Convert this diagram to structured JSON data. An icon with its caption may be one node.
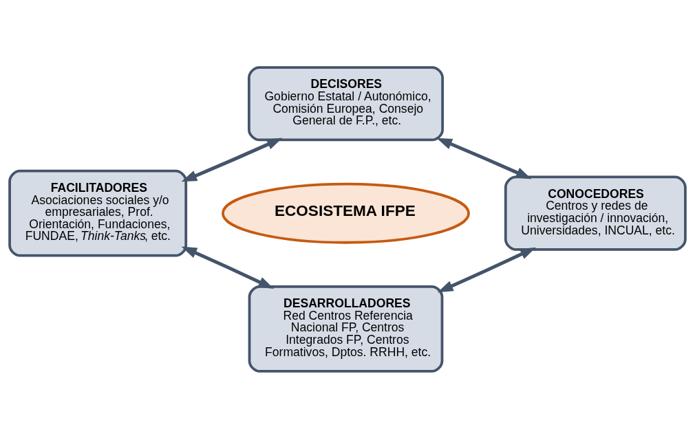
{
  "diagram": {
    "nodes": [
      {
        "text": [
          "DECISORES",
          "Gobierno Estatal / Autonómico, Comisión Europea, Consejo General de F.P., etc."
        ]
      },
      {
        "text": [
          "FACILITADORES",
          "Asociaciones sociales y/o empresariales, Prof. Orientación, Fundaciones, FUNDAE, *Think-Tanks*, etc."
        ]
      },
      {
        "text": [
          "ECOSISTEMA IFPE"
        ]
      },
      {
        "text": [
          "CONOCEDORES",
          "Centros y redes de investigación / innovación, Universidades, INCUAL, etc."
        ]
      },
      {
        "text": [
          "DESARROLLADORES",
          "Red Centros Referencia Nacional FP, Centros Integrados FP, Centros Formativos, Dptos. RRHH, etc."
        ]
      }
    ],
    "edges": [
      {
        "from": 1,
        "to": 0,
        "arrow": "both"
      },
      {
        "from": 0,
        "to": 3,
        "arrow": "both"
      },
      {
        "from": 1,
        "to": 4,
        "arrow": "both"
      },
      {
        "from": 4,
        "to": 3,
        "arrow": "both"
      }
    ]
  }
}
